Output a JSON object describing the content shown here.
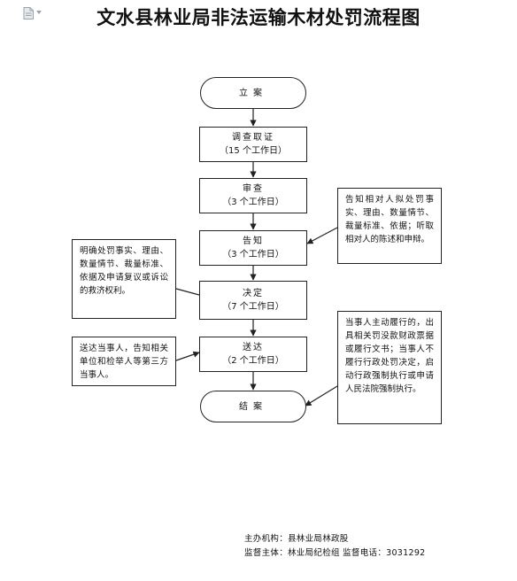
{
  "title": "文水县林业局非法运输木材处罚流程图",
  "toolbar": {
    "doc_icon": "document-icon",
    "menu_icon": "chevron-down-icon"
  },
  "flow": {
    "start": "立案",
    "investigate": {
      "label": "调查取证",
      "sub": "（15 个工作日）"
    },
    "review": {
      "label": "审查",
      "sub": "（3 个工作日）"
    },
    "notify": {
      "label": "告知",
      "sub": "（3 个工作日）"
    },
    "decide": {
      "label": "决定",
      "sub": "（7 个工作日）"
    },
    "deliver": {
      "label": "送达",
      "sub": "（2 个工作日）"
    },
    "end": "结案"
  },
  "notes": {
    "notify_party": "告知相对人拟处罚事实、理由、数量情节、裁量标准、依据；听取相对人的陈述和申辩。",
    "decision_content": "明确处罚事实、理由、数量情节、裁量标准、依据及申请复议或诉讼的救济权利。",
    "delivery": "送达当事人，告知相关单位和检举人等第三方当事人。",
    "execution": "当事人主动履行的，出具相关罚没款财政票据或履行文书；当事人不履行行政处罚决定，启动行政强制执行或申请人民法院强制执行。"
  },
  "footer": {
    "organizer": "主办机构：县林业局林政股",
    "supervision": "监督主体：林业局纪检组  监督电话：3031292"
  },
  "colors": {
    "line": "#222222",
    "icon": "#9aa3ad"
  }
}
